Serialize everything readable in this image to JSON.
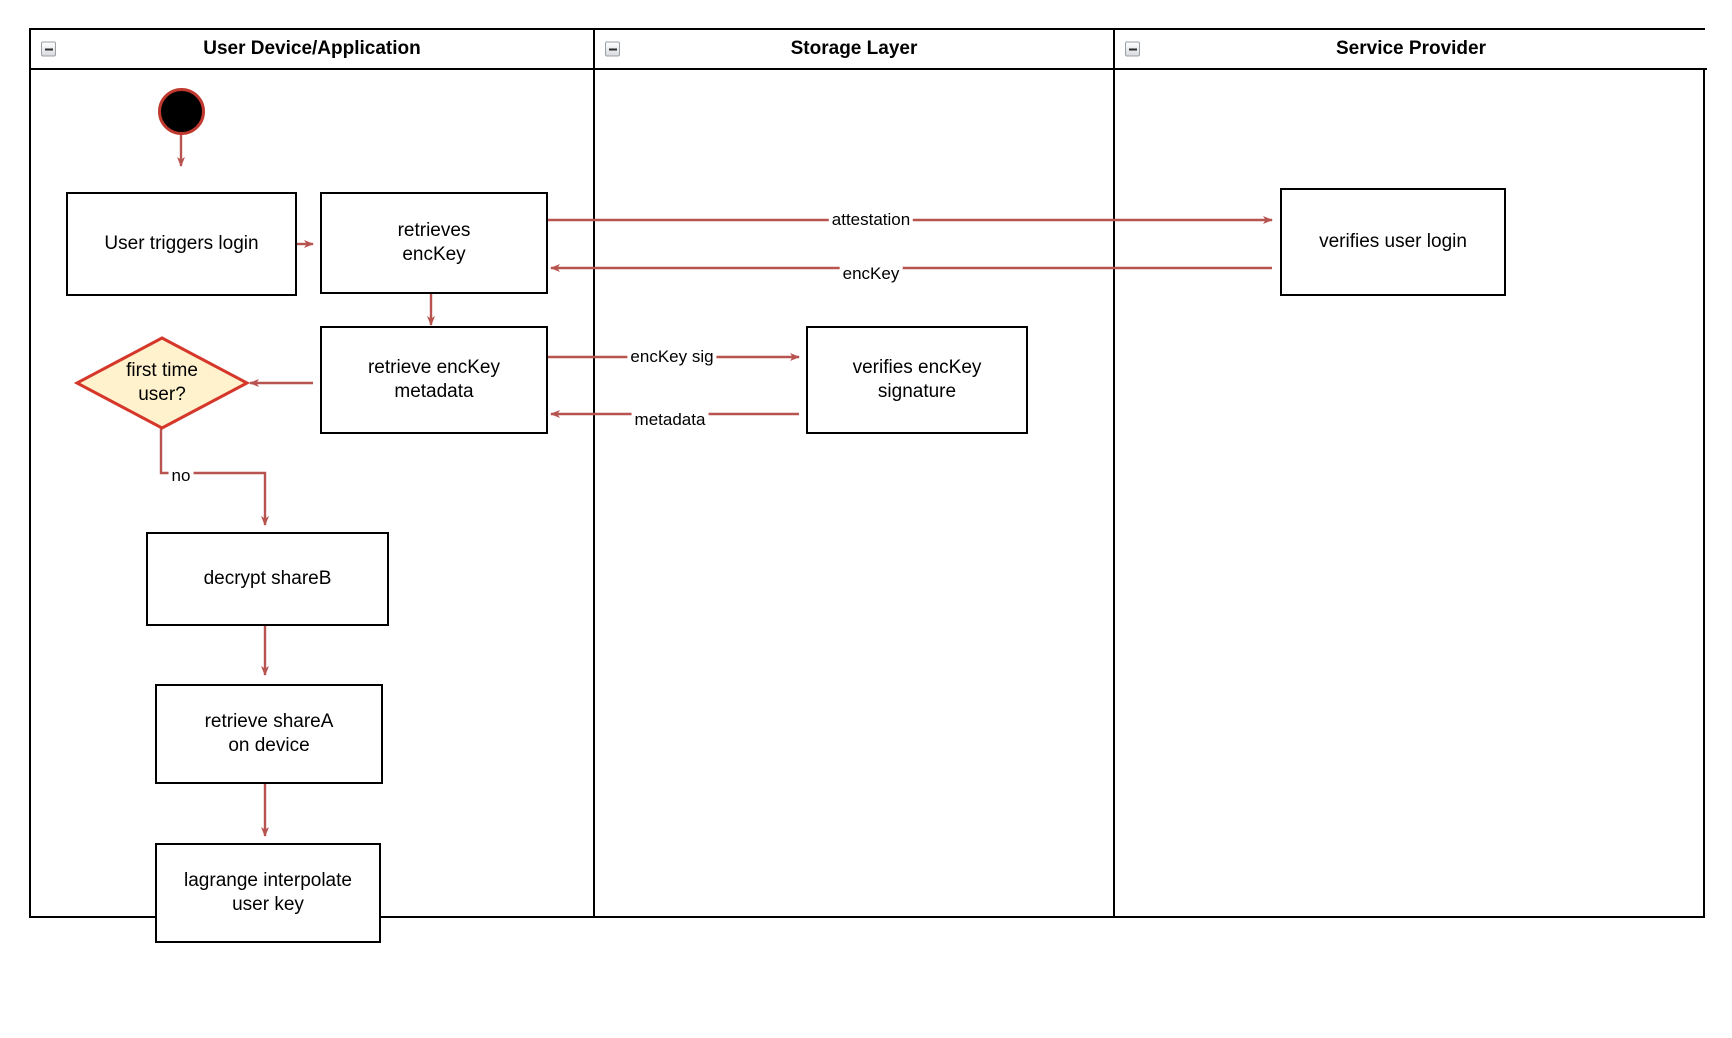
{
  "diagram": {
    "type": "swimlane-activity-diagram",
    "lanes": [
      {
        "id": "user",
        "title": "User Device/Application",
        "collapse_icon": "collapse-minus-icon"
      },
      {
        "id": "storage",
        "title": "Storage Layer",
        "collapse_icon": "collapse-minus-icon"
      },
      {
        "id": "provider",
        "title": "Service Provider",
        "collapse_icon": "collapse-minus-icon"
      }
    ],
    "start_node": {
      "name": "start-node",
      "shape": "filled-circle"
    },
    "nodes": [
      {
        "id": "user-triggers-login",
        "lane": "user",
        "label": "User triggers login"
      },
      {
        "id": "retrieves-enckey",
        "lane": "user",
        "label": "retrieves\nencKey",
        "line1": "retrieves",
        "line2": "encKey"
      },
      {
        "id": "retrieve-enckey-metadata",
        "lane": "user",
        "label": "retrieve encKey\nmetadata",
        "line1": "retrieve encKey",
        "line2": "metadata"
      },
      {
        "id": "first-time-user",
        "lane": "user",
        "label": "first time\nuser?",
        "line1": "first time",
        "line2": "user?",
        "shape": "decision"
      },
      {
        "id": "decrypt-shareb",
        "lane": "user",
        "label": "decrypt shareB"
      },
      {
        "id": "retrieve-sharea-on-device",
        "lane": "user",
        "label": "retrieve shareA\non device",
        "line1": "retrieve shareA",
        "line2": "on device"
      },
      {
        "id": "lagrange-interpolate-user-key",
        "lane": "user",
        "label": "lagrange interpolate\nuser key",
        "line1": "lagrange interpolate",
        "line2": "user key"
      },
      {
        "id": "verifies-enckey-signature",
        "lane": "storage",
        "label": "verifies encKey\nsignature",
        "line1": "verifies encKey",
        "line2": "signature"
      },
      {
        "id": "verifies-user-login",
        "lane": "provider",
        "label": "verifies user login"
      }
    ],
    "edges": [
      {
        "id": "e-start-login",
        "from": "start-node",
        "to": "user-triggers-login",
        "label": ""
      },
      {
        "id": "e-login-retrieves",
        "from": "user-triggers-login",
        "to": "retrieves-enckey",
        "label": ""
      },
      {
        "id": "e-attestation",
        "from": "retrieves-enckey",
        "to": "verifies-user-login",
        "label": "attestation"
      },
      {
        "id": "e-enckey",
        "from": "verifies-user-login",
        "to": "retrieves-enckey",
        "label": "encKey"
      },
      {
        "id": "e-retrieves-metadata",
        "from": "retrieves-enckey",
        "to": "retrieve-enckey-metadata",
        "label": ""
      },
      {
        "id": "e-enckey-sig",
        "from": "retrieve-enckey-metadata",
        "to": "verifies-enckey-signature",
        "label": "encKey sig"
      },
      {
        "id": "e-metadata",
        "from": "verifies-enckey-signature",
        "to": "retrieve-enckey-metadata",
        "label": "metadata"
      },
      {
        "id": "e-metadata-decision",
        "from": "retrieve-enckey-metadata",
        "to": "first-time-user",
        "label": ""
      },
      {
        "id": "e-no",
        "from": "first-time-user",
        "to": "decrypt-shareb",
        "label": "no"
      },
      {
        "id": "e-decrypt-retrieve",
        "from": "decrypt-shareb",
        "to": "retrieve-sharea-on-device",
        "label": ""
      },
      {
        "id": "e-retrieve-lagrange",
        "from": "retrieve-sharea-on-device",
        "to": "lagrange-interpolate-user-key",
        "label": ""
      }
    ],
    "colors": {
      "edge": "#b85450",
      "node_border": "#000000",
      "node_fill": "#ffffff",
      "decision_fill": "#fff2cc",
      "decision_border": "#d6372b",
      "start_fill": "#000000",
      "start_ring": "#c0392f",
      "lane_border": "#000000",
      "text": "#000000",
      "background": "#ffffff"
    }
  }
}
